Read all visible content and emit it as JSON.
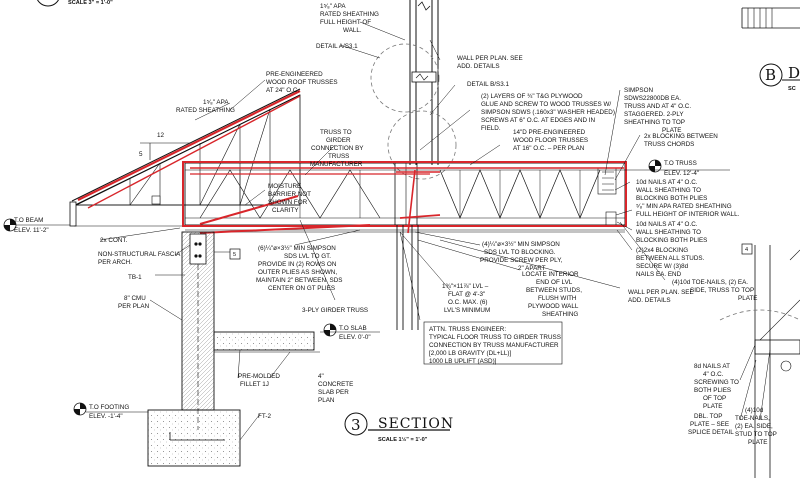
{
  "colors": {
    "ink": "#111111",
    "redline": "#d8262b",
    "concrete": "#bdbdbd"
  },
  "top_scale": "SCALE 3\" = 1'-0\"",
  "notes": {
    "apa_sheathing_top": [
      "1⁵⁄₈\" APA",
      "RATED SHEATHING",
      "FULL HEIGHT OF",
      "WALL."
    ],
    "detail_a": "DETAIL A/S3.1",
    "wall_per_plan_top": [
      "WALL PER PLAN. SEE",
      "ADD. DETAILS"
    ],
    "detail_b": "DETAIL B/S3.1",
    "roof_trusses": [
      "PRE-ENGINEERED",
      "WOOD ROOF TRUSSES",
      "AT 24\" O.C."
    ],
    "apa_sheathing_roof": [
      "1⁵⁄₈\" APA",
      "RATED SHEATHING"
    ],
    "plywood_layers": [
      "(2) LAYERS OF ¾\" T&G PLYWOOD",
      "GLUE AND SCREW TO WOOD TRUSSES W/",
      "SIMPSON SDWS (.160x3\" WASHER HEADED)",
      "SCREWS AT 6\" O.C. AT EDGES AND IN",
      "FIELD."
    ],
    "floor_trusses": [
      "14\"D PRE-ENGINEERED",
      "WOOD FLOOR TRUSSES",
      "AT 16\" O.C. – PER PLAN"
    ],
    "simpson_sdws": [
      "SIMPSON",
      "SDWS22800DB EA.",
      "TRUSS AND AT 4\" O.C.",
      "STAGGERED. 2-PLY",
      "SHEATHING TO TOP",
      "PLATE"
    ],
    "blocking_chords": [
      "2x BLOCKING BETWEEN",
      "TRUSS CHORDS"
    ],
    "truss_to_girder": [
      "TRUSS TO",
      "GIRDER",
      "CONNECTION BY",
      "TRUSS",
      "MANUFACTURER"
    ],
    "moisture_barrier": [
      "MOISTURE",
      "BARRIER NOT",
      "SHOWN FOR",
      "CLARITY"
    ],
    "nails_1": [
      "10d NAILS AT 4\" O.C.",
      "WALL SHEATHING TO",
      "BLOCKING BOTH PLIES"
    ],
    "apa_interior": [
      "⁵⁄₈\" MIN APA RATED SHEATHING",
      "FULL HEIGHT OF INTERIOR WALL."
    ],
    "nails_2": [
      "10d NAILS AT 4\" O.C.",
      "WALL SHEATHING TO",
      "BLOCKING BOTH PLIES"
    ],
    "blocking_studs": [
      "(2)2x4 BLOCKING",
      "BETWEEN ALL STUDS.",
      "SECURE W/ (3)8d",
      "NAILS EA. END"
    ],
    "cont_2x": "2x CONT.",
    "fascia": [
      "NON-STRUCTURAL FASCIA",
      "PER ARCH."
    ],
    "tb1": "TB-1",
    "sds_left": [
      "(6)¼\"ø×3½\" MIN SIMPSON",
      "SDS LVL TO GT.",
      "PROVIDE IN (2) ROWS ON",
      "OUTER PLIES AS SHOWN,",
      "MAINTAIN 2\" BETWEEN. SDS",
      "CENTER ON GT PLIES"
    ],
    "sds_right": [
      "(4)¼\"ø×3½\" MIN SIMPSON",
      "SDS LVL TO BLOCKING.",
      "PROVIDE SCREW PER PLY,",
      "2\" APART"
    ],
    "locate_interior": [
      "LOCATE INTERIOR",
      "END OF LVL",
      "BETWEEN STUDS,",
      "FLUSH WITH",
      "PLYWOOD WALL",
      "SHEATHING"
    ],
    "wall_per_plan_mid": [
      "WALL PER PLAN. SEE",
      "ADD. DETAILS"
    ],
    "toe_nails_1": [
      "(4)10d TOE-NAILS, (2) EA.",
      "SIDE, TRUSS TO TOP",
      "PLATE"
    ],
    "cmu": [
      "8\" CMU",
      "PER PLAN"
    ],
    "lvl": [
      "1¾\"×11⅞\" LVL –",
      "FLAT @ 4'-3\"",
      "O.C. MAX. (6)",
      "LVL'S MINIMUM"
    ],
    "girder_truss": "3-PLY GIRDER TRUSS",
    "attn": [
      "ATTN. TRUSS ENGINEER:",
      "TYPICAL FLOOR TRUSS TO GIRDER TRUSS",
      "CONNECTION BY TRUSS MANUFACTURER",
      "[2,000 LB GRAVITY (DL+LL)]",
      "1000 LB UPLIFT (ASD)]"
    ],
    "fillet": [
      "PRE-MOLDED",
      "FILLET 1J"
    ],
    "slab": [
      "4\"",
      "CONCRETE",
      "SLAB PER",
      "PLAN"
    ],
    "ft2": "FT-2",
    "nails_8d": [
      "8d NAILS AT",
      "4\" O.C.",
      "SCREWING TO",
      "BOTH PLIES",
      "OF TOP",
      "PLATE"
    ],
    "dbl_plate": [
      "DBL. TOP",
      "PLATE – SEE",
      "SPLICE DETAIL"
    ],
    "toe_nails_2": [
      "(4)10d",
      "TOE-NAILS,",
      "(2) EA. SIDE,",
      "STUD TO TOP",
      "PLATE"
    ]
  },
  "elevations": {
    "beam": [
      "T.O BEAM",
      "ELEV. 11'-2\""
    ],
    "truss": [
      "T.O TRUSS",
      "ELEV. 12'-4\""
    ],
    "slab": [
      "T.O SLAB",
      "ELEV. 0'-0\""
    ],
    "footing": [
      "T.O FOOTING",
      "ELEV. -1'-4\""
    ]
  },
  "slope": {
    "rise": "5",
    "run": "12"
  },
  "tags": {
    "tag5": "5",
    "tag4": "4"
  },
  "section": {
    "number": "3",
    "title": "SECTION",
    "scale": "SCALE 1½\" = 1'-0\""
  },
  "detail_b_bubble": {
    "letter": "B",
    "cut_text": "D",
    "sub": "SC"
  }
}
